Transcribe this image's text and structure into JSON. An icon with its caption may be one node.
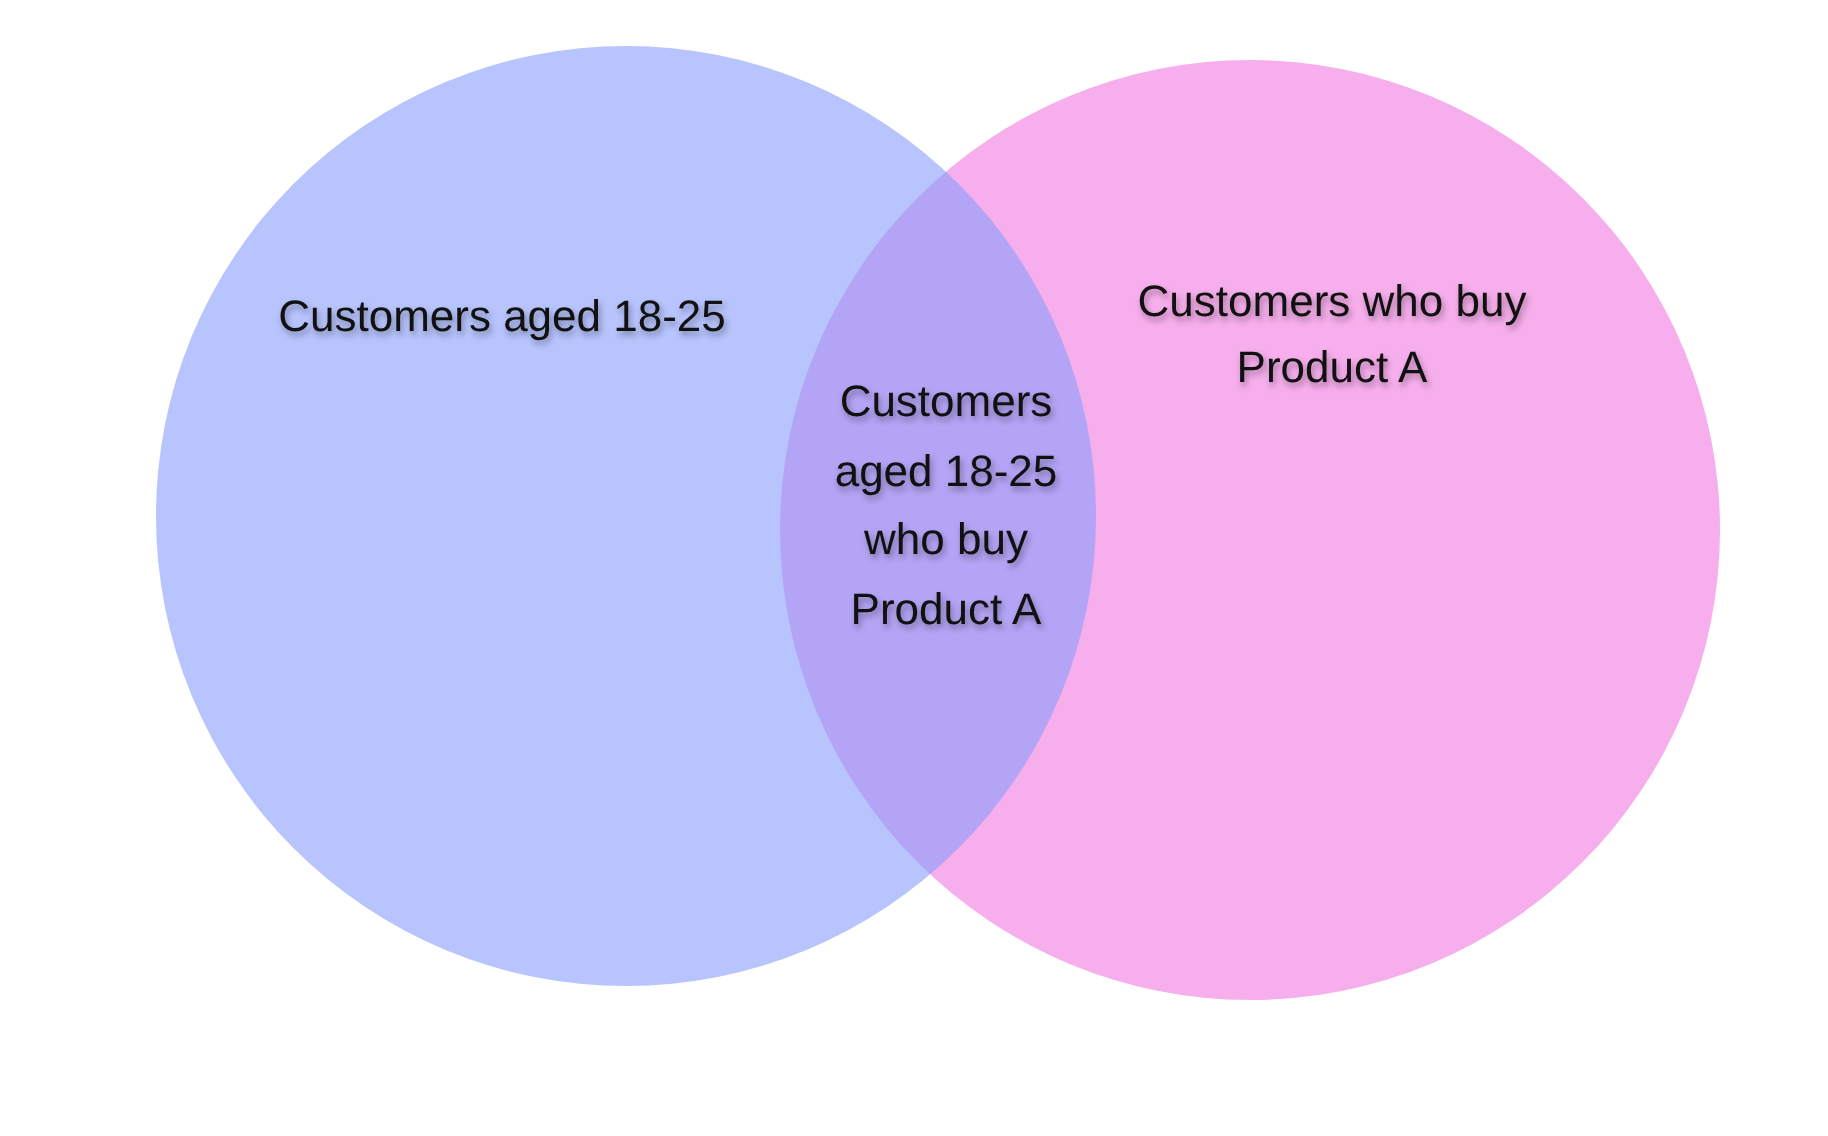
{
  "diagram": {
    "nodes": [
      {
        "text": [
          "Customers aged 18-25"
        ]
      },
      {
        "text": [
          "Customers who buy Product A"
        ]
      }
    ],
    "edges": [],
    "labels": [
      "Customers aged 18-25 who buy Product A"
    ]
  }
}
